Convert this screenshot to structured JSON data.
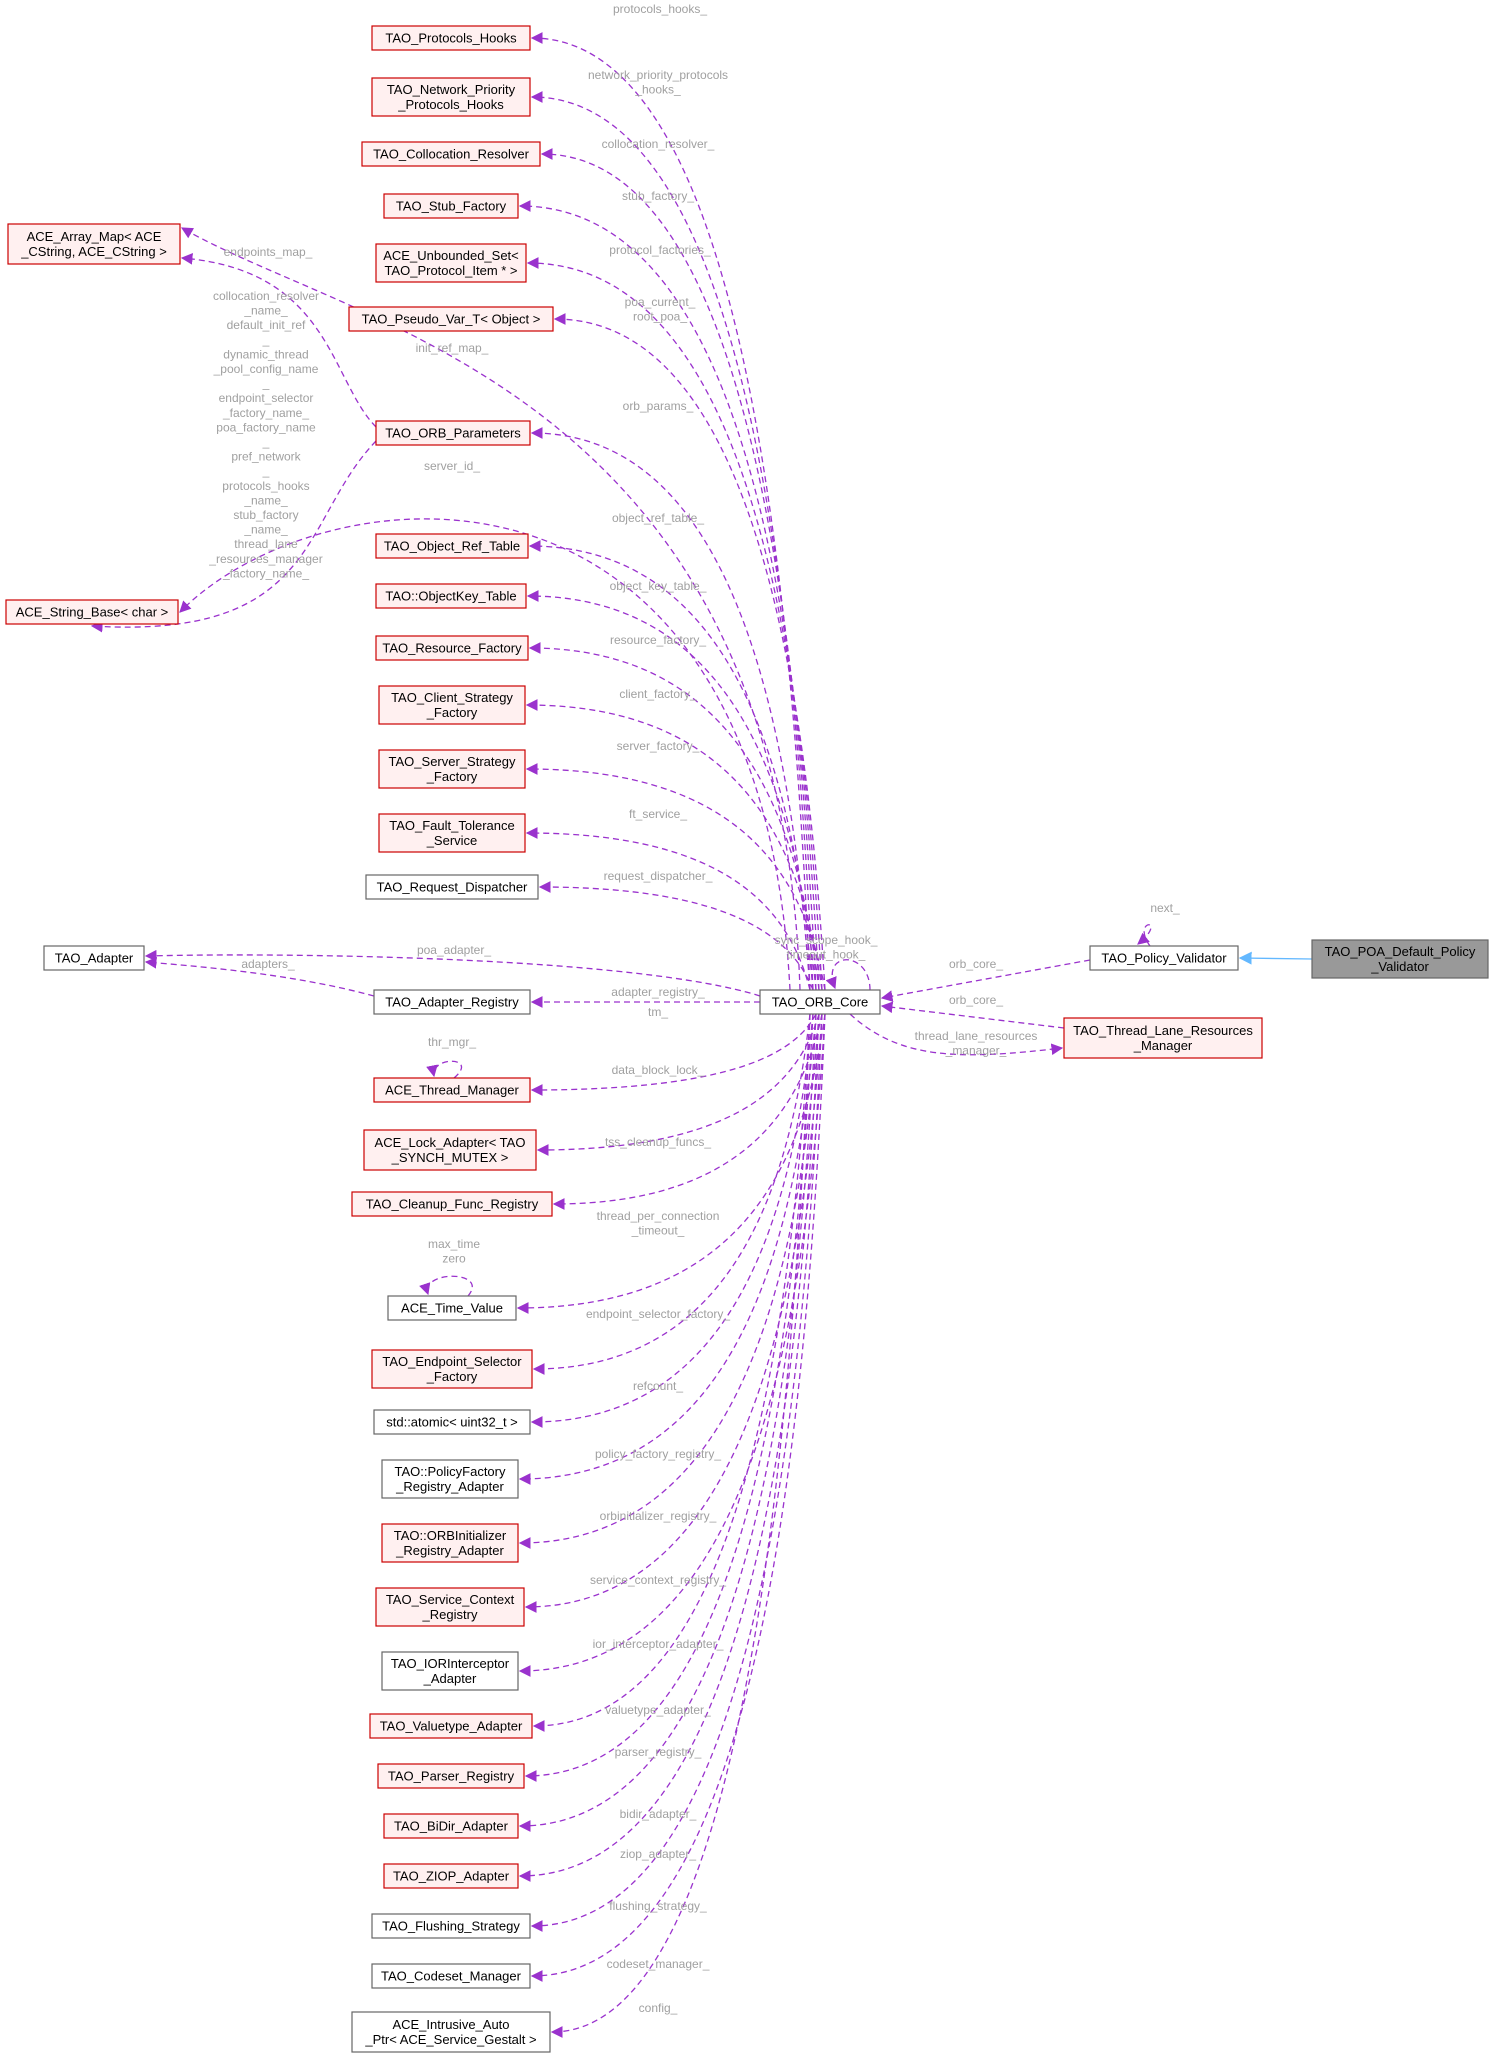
{
  "colors": {
    "red_border": "#cc0000",
    "red_fill": "#fff0f0",
    "gray_border": "#666666",
    "white_fill": "#ffffff",
    "focus_fill": "#999999",
    "focus_border": "#666666",
    "edge": "#9a32cd",
    "inherit_edge": "#63b8ff",
    "edge_label": "#a0a0a0"
  },
  "nodes": [
    {
      "id": "protocols_hooks",
      "lines": [
        "TAO_Protocols_Hooks"
      ],
      "style": "red"
    },
    {
      "id": "network_priority",
      "lines": [
        "TAO_Network_Priority",
        "_Protocols_Hooks"
      ],
      "style": "red"
    },
    {
      "id": "collocation_resolver",
      "lines": [
        "TAO_Collocation_Resolver"
      ],
      "style": "red"
    },
    {
      "id": "stub_factory",
      "lines": [
        "TAO_Stub_Factory"
      ],
      "style": "red"
    },
    {
      "id": "array_map",
      "lines": [
        "ACE_Array_Map< ACE",
        "_CString, ACE_CString >"
      ],
      "style": "red"
    },
    {
      "id": "unbounded_set",
      "lines": [
        "ACE_Unbounded_Set<",
        "TAO_Protocol_Item * >"
      ],
      "style": "red"
    },
    {
      "id": "pseudo_var",
      "lines": [
        "TAO_Pseudo_Var_T< Object >"
      ],
      "style": "red"
    },
    {
      "id": "orb_parameters",
      "lines": [
        "TAO_ORB_Parameters"
      ],
      "style": "red"
    },
    {
      "id": "string_base",
      "lines": [
        "ACE_String_Base< char >"
      ],
      "style": "red"
    },
    {
      "id": "object_ref_table",
      "lines": [
        "TAO_Object_Ref_Table"
      ],
      "style": "red"
    },
    {
      "id": "objectkey_table",
      "lines": [
        "TAO::ObjectKey_Table"
      ],
      "style": "red"
    },
    {
      "id": "resource_factory",
      "lines": [
        "TAO_Resource_Factory"
      ],
      "style": "red"
    },
    {
      "id": "client_strategy",
      "lines": [
        "TAO_Client_Strategy",
        "_Factory"
      ],
      "style": "red"
    },
    {
      "id": "server_strategy",
      "lines": [
        "TAO_Server_Strategy",
        "_Factory"
      ],
      "style": "red"
    },
    {
      "id": "fault_tolerance",
      "lines": [
        "TAO_Fault_Tolerance",
        "_Service"
      ],
      "style": "red"
    },
    {
      "id": "request_dispatcher",
      "lines": [
        "TAO_Request_Dispatcher"
      ],
      "style": "gray"
    },
    {
      "id": "adapter",
      "lines": [
        "TAO_Adapter"
      ],
      "style": "gray"
    },
    {
      "id": "adapter_registry",
      "lines": [
        "TAO_Adapter_Registry"
      ],
      "style": "gray"
    },
    {
      "id": "orb_core",
      "lines": [
        "TAO_ORB_Core"
      ],
      "style": "gray"
    },
    {
      "id": "policy_validator",
      "lines": [
        "TAO_Policy_Validator"
      ],
      "style": "gray"
    },
    {
      "id": "poa_default",
      "lines": [
        "TAO_POA_Default_Policy",
        "_Validator"
      ],
      "style": "focus"
    },
    {
      "id": "thread_lane",
      "lines": [
        "TAO_Thread_Lane_Resources",
        "_Manager"
      ],
      "style": "red"
    },
    {
      "id": "thread_manager",
      "lines": [
        "ACE_Thread_Manager"
      ],
      "style": "red"
    },
    {
      "id": "lock_adapter",
      "lines": [
        "ACE_Lock_Adapter< TAO",
        "_SYNCH_MUTEX >"
      ],
      "style": "red"
    },
    {
      "id": "cleanup_func",
      "lines": [
        "TAO_Cleanup_Func_Registry"
      ],
      "style": "red"
    },
    {
      "id": "time_value",
      "lines": [
        "ACE_Time_Value"
      ],
      "style": "gray"
    },
    {
      "id": "endpoint_selector",
      "lines": [
        "TAO_Endpoint_Selector",
        "_Factory"
      ],
      "style": "red"
    },
    {
      "id": "atomic",
      "lines": [
        "std::atomic< uint32_t >"
      ],
      "style": "gray"
    },
    {
      "id": "policyfactory",
      "lines": [
        "TAO::PolicyFactory",
        "_Registry_Adapter"
      ],
      "style": "gray"
    },
    {
      "id": "orbinitializer",
      "lines": [
        "TAO::ORBInitializer",
        "_Registry_Adapter"
      ],
      "style": "red"
    },
    {
      "id": "service_context",
      "lines": [
        "TAO_Service_Context",
        "_Registry"
      ],
      "style": "red"
    },
    {
      "id": "iorinterceptor",
      "lines": [
        "TAO_IORInterceptor",
        "_Adapter"
      ],
      "style": "gray"
    },
    {
      "id": "valuetype",
      "lines": [
        "TAO_Valuetype_Adapter"
      ],
      "style": "red"
    },
    {
      "id": "parser_registry",
      "lines": [
        "TAO_Parser_Registry"
      ],
      "style": "red"
    },
    {
      "id": "bidir",
      "lines": [
        "TAO_BiDir_Adapter"
      ],
      "style": "red"
    },
    {
      "id": "ziop",
      "lines": [
        "TAO_ZIOP_Adapter"
      ],
      "style": "red"
    },
    {
      "id": "flushing",
      "lines": [
        "TAO_Flushing_Strategy"
      ],
      "style": "gray"
    },
    {
      "id": "codeset",
      "lines": [
        "TAO_Codeset_Manager"
      ],
      "style": "gray"
    },
    {
      "id": "intrusive",
      "lines": [
        "ACE_Intrusive_Auto",
        "_Ptr< ACE_Service_Gestalt >"
      ],
      "style": "gray"
    }
  ],
  "edge_labels": [
    {
      "id": "protocols_hooks",
      "lines": [
        "protocols_hooks_"
      ]
    },
    {
      "id": "network_priority",
      "lines": [
        "network_priority_protocols",
        "_hooks_"
      ]
    },
    {
      "id": "collocation_resolver",
      "lines": [
        "collocation_resolver_"
      ]
    },
    {
      "id": "stub_factory",
      "lines": [
        "stub_factory_"
      ]
    },
    {
      "id": "unbounded_set",
      "lines": [
        "protocol_factories_"
      ]
    },
    {
      "id": "pseudo_var",
      "lines": [
        "poa_current_",
        "root_poa_"
      ]
    },
    {
      "id": "init_ref_map",
      "lines": [
        "init_ref_map_"
      ]
    },
    {
      "id": "endpoints_map",
      "lines": [
        "endpoints_map_"
      ]
    },
    {
      "id": "param_names",
      "lines": [
        "collocation_resolver",
        "_name_",
        "default_init_ref",
        "_",
        "dynamic_thread",
        "_pool_config_name",
        "_",
        "endpoint_selector",
        "_factory_name_",
        "poa_factory_name",
        "_",
        "pref_network",
        "_",
        "protocols_hooks",
        "_name_",
        "stub_factory",
        "_name_",
        "thread_lane",
        "_resources_manager",
        "_factory_name_"
      ]
    },
    {
      "id": "orb_params",
      "lines": [
        "orb_params_"
      ]
    },
    {
      "id": "server_id",
      "lines": [
        "server_id_"
      ]
    },
    {
      "id": "object_ref_table",
      "lines": [
        "object_ref_table_"
      ]
    },
    {
      "id": "objectkey_table",
      "lines": [
        "object_key_table_"
      ]
    },
    {
      "id": "resource_factory",
      "lines": [
        "resource_factory_"
      ]
    },
    {
      "id": "client_strategy",
      "lines": [
        "client_factory_"
      ]
    },
    {
      "id": "server_strategy",
      "lines": [
        "server_factory_"
      ]
    },
    {
      "id": "fault_tolerance",
      "lines": [
        "ft_service_"
      ]
    },
    {
      "id": "request_dispatcher",
      "lines": [
        "request_dispatcher_"
      ]
    },
    {
      "id": "poa_adapter",
      "lines": [
        "poa_adapter_"
      ]
    },
    {
      "id": "adapters",
      "lines": [
        "adapters_"
      ]
    },
    {
      "id": "adapter_registry",
      "lines": [
        "adapter_registry_"
      ]
    },
    {
      "id": "self_hooks",
      "lines": [
        "sync_scope_hook_",
        "timeout_hook_"
      ]
    },
    {
      "id": "next",
      "lines": [
        "next_"
      ]
    },
    {
      "id": "orb_core_pv",
      "lines": [
        "orb_core_"
      ]
    },
    {
      "id": "orb_core_tl",
      "lines": [
        "orb_core_"
      ]
    },
    {
      "id": "thread_lane",
      "lines": [
        "thread_lane_resources",
        "_manager_"
      ]
    },
    {
      "id": "tm",
      "lines": [
        "tm_"
      ]
    },
    {
      "id": "thr_mgr",
      "lines": [
        "thr_mgr_"
      ]
    },
    {
      "id": "data_block_lock",
      "lines": [
        "data_block_lock_"
      ]
    },
    {
      "id": "tss_cleanup",
      "lines": [
        "tss_cleanup_funcs_"
      ]
    },
    {
      "id": "thread_per_conn",
      "lines": [
        "thread_per_connection",
        "_timeout_"
      ]
    },
    {
      "id": "max_time",
      "lines": [
        "max_time",
        "zero"
      ]
    },
    {
      "id": "endpoint_selector",
      "lines": [
        "endpoint_selector_factory_"
      ]
    },
    {
      "id": "refcount",
      "lines": [
        "refcount_"
      ]
    },
    {
      "id": "policyfactory",
      "lines": [
        "policy_factory_registry_"
      ]
    },
    {
      "id": "orbinitializer",
      "lines": [
        "orbinitializer_registry_"
      ]
    },
    {
      "id": "service_context",
      "lines": [
        "service_context_registry_"
      ]
    },
    {
      "id": "iorinterceptor",
      "lines": [
        "ior_interceptor_adapter_"
      ]
    },
    {
      "id": "valuetype",
      "lines": [
        "valuetype_adapter_"
      ]
    },
    {
      "id": "parser_registry",
      "lines": [
        "parser_registry_"
      ]
    },
    {
      "id": "bidir",
      "lines": [
        "bidir_adapter_"
      ]
    },
    {
      "id": "ziop",
      "lines": [
        "ziop_adapter_"
      ]
    },
    {
      "id": "flushing",
      "lines": [
        "flushing_strategy_"
      ]
    },
    {
      "id": "codeset",
      "lines": [
        "codeset_manager_"
      ]
    },
    {
      "id": "intrusive",
      "lines": [
        "config_"
      ]
    }
  ]
}
